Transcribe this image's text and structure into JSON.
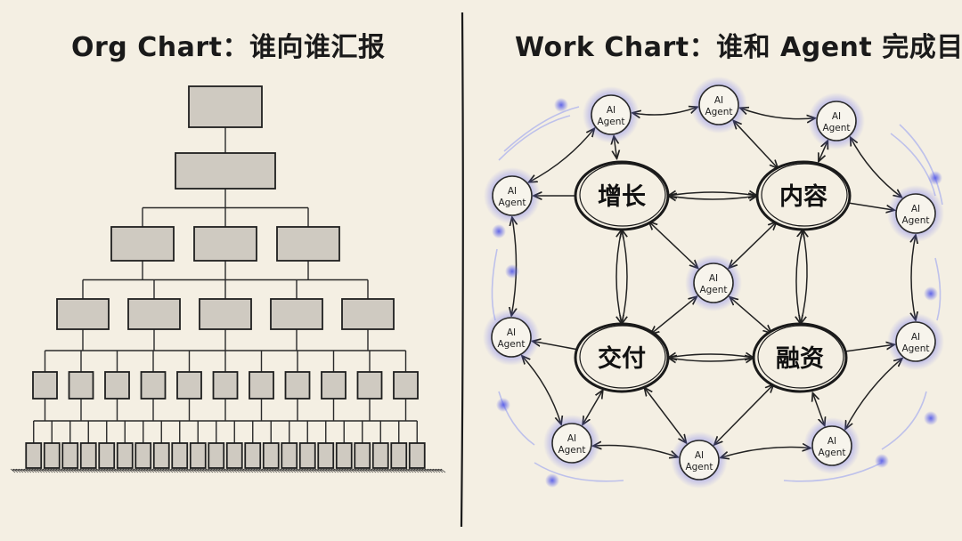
{
  "left_panel": {
    "title": "Org Chart：谁向谁汇报"
  },
  "right_panel": {
    "title": "Work Chart：谁和 Agent 完成目标",
    "hubs": [
      "增长",
      "内容",
      "交付",
      "融资"
    ],
    "agent": {
      "line1": "AI",
      "line2": "Agent"
    }
  },
  "colors": {
    "background": "#f4efe3",
    "ink": "#1a1a1a",
    "box_fill": "#cfcac1",
    "agent_glow": "#6b6ff0"
  },
  "icons": [
    "org-box",
    "agent-node",
    "hub-node",
    "double-arrow"
  ]
}
